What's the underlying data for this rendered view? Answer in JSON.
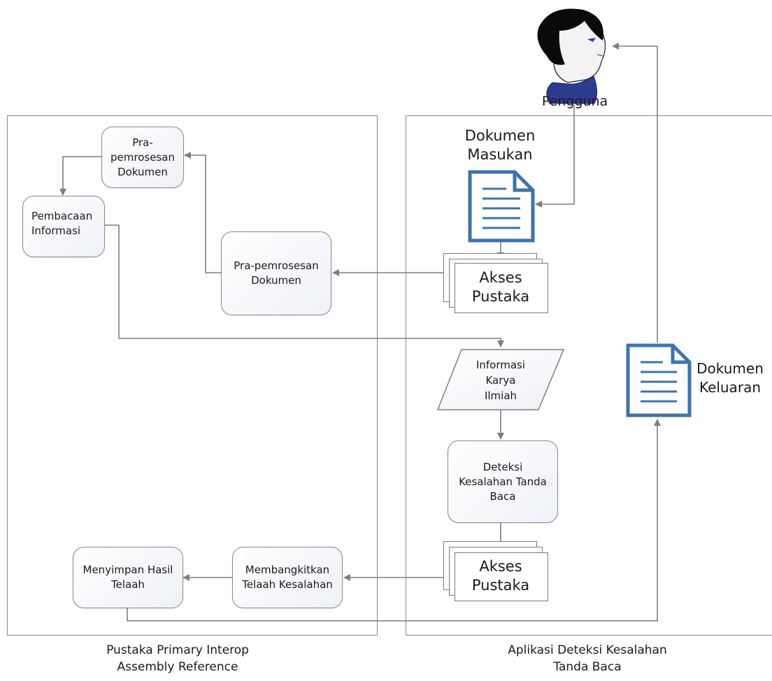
{
  "diagram": {
    "user": {
      "label": "Pengguna"
    },
    "left_panel": {
      "caption": "Pustaka Primary Interop\nAssembly Reference",
      "nodes": {
        "pra_top": "Pra-\npemrosesan\nDokumen",
        "pembacaan": "Pembacaan\nInformasi",
        "pra_mid": "Pra-pemrosesan\nDokumen",
        "membangkitkan": "Membangkitkan\nTelaah Kesalahan",
        "menyimpan": "Menyimpan Hasil\nTelaah"
      }
    },
    "right_panel": {
      "caption": "Aplikasi Deteksi Kesalahan\nTanda Baca",
      "dokumen_masukan": "Dokumen\nMasukan",
      "akses_pustaka_1": "Akses\nPustaka",
      "informasi": "Informasi\nKarya\nIlmiah",
      "deteksi": "Deteksi\nKesalahan Tanda\nBaca",
      "akses_pustaka_2": "Akses\nPustaka",
      "dokumen_keluaran": "Dokumen\nKeluaran"
    }
  }
}
